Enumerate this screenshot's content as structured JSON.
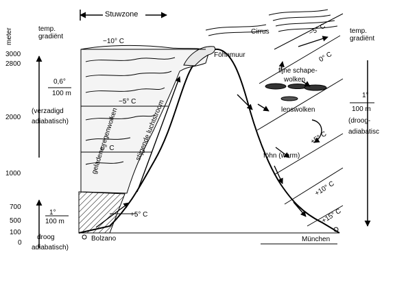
{
  "diagram": {
    "top_label": "Stuwzone",
    "left_axis": {
      "unit": "meter",
      "header": [
        "temp.",
        "gradiënt"
      ],
      "ticks": [
        "3000",
        "2800",
        "2000",
        "1000",
        "700",
        "500",
        "100",
        "0"
      ],
      "gradient_top": {
        "num": "0,6°",
        "den": "100 m",
        "note1": "(verzadigd",
        "note2": "adiabatisch)"
      },
      "gradient_bottom": {
        "num": "1°",
        "den": "100 m",
        "note1": "droog",
        "note2": "adiabatisch)"
      }
    },
    "right_axis": {
      "header": [
        "temp.",
        "gradiënt"
      ],
      "num": "1°",
      "den": "100 m",
      "note1": "(droog-",
      "note2": "adiabatisc"
    },
    "isotherms_left": [
      "−10° C",
      "−5° C",
      "0° C",
      "+5° C"
    ],
    "isotherms_right": [
      "−5° C",
      "0° C",
      "+5° C",
      "+10° C",
      "+15° C"
    ],
    "labels": {
      "cirrus": "Cirrus",
      "fohnmuur": "Föhnmuur",
      "schapewolken_1": "fijne schape-",
      "schapewolken_2": "wolken",
      "lenswolken": "lenswolken",
      "fohn": "föhn (warm)",
      "bolzano": "Bolzano",
      "munchen": "München",
      "geladene_regenwolken": "geladene regenwolken",
      "stijgende_luchtstroom": "stijgende luchtstroom"
    }
  }
}
